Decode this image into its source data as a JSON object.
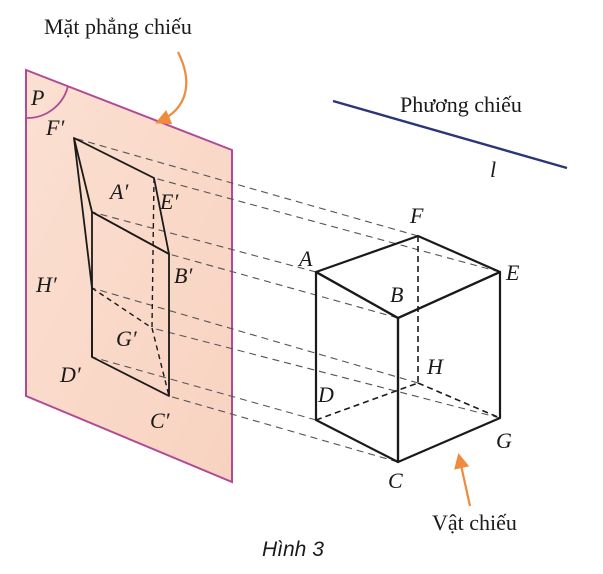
{
  "figure": {
    "plane_title": "Mặt phẳng chiếu",
    "plane_name": "P",
    "direction_title": "Phương chiếu",
    "direction_name": "l",
    "object_title": "Vật chiếu",
    "caption": "Hình 3"
  },
  "cube_vertices": {
    "A": "A",
    "B": "B",
    "C": "C",
    "D": "D",
    "E": "E",
    "F": "F",
    "G": "G",
    "H": "H"
  },
  "image_vertices": {
    "A": "A′",
    "B": "B′",
    "C": "C′",
    "D": "D′",
    "E": "E′",
    "F": "F′",
    "G": "G′",
    "H": "H′"
  },
  "colors": {
    "plane_fill": "#fbe0d2",
    "plane_border": "#b04a96",
    "direction_line": "#2c3579",
    "arrow": "#f08a3c",
    "ink": "#1a1a1a"
  }
}
